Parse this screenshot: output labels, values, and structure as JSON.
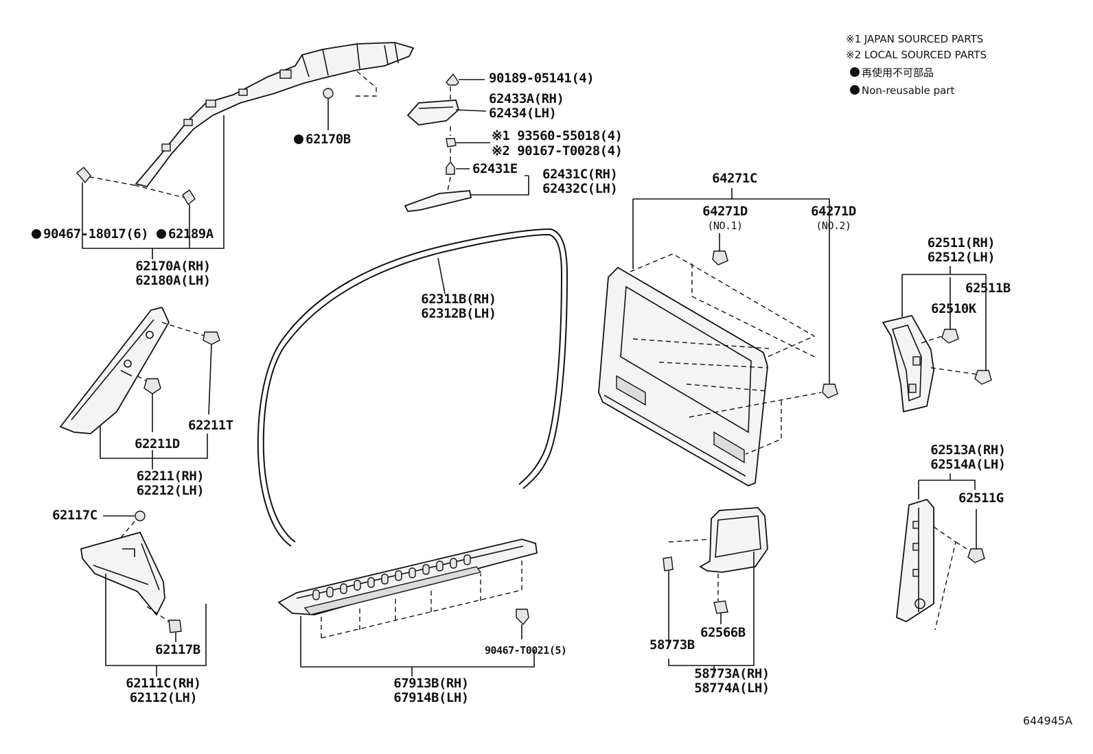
{
  "legend": {
    "japan_sourced": "※1 JAPAN SOURCED PARTS",
    "local_sourced": "※2 LOCAL SOURCED PARTS",
    "non_reusable_jp": "再使用不可部品",
    "non_reusable_en": "Non-reusable part"
  },
  "diagram_id": "644945A",
  "parts": {
    "p62170b": "62170B",
    "p90467_18017": "90467-18017(6)",
    "p62189a": "62189A",
    "p62170a": [
      "62170A(RH)",
      "62180A(LH)"
    ],
    "p62211t": "62211T",
    "p62211d": "62211D",
    "p62211": [
      "62211(RH)",
      "62212(LH)"
    ],
    "p62117c": "62117C",
    "p62117b": "62117B",
    "p62111c": [
      "62111C(RH)",
      "62112(LH)"
    ],
    "p90189": "90189-05141(4)",
    "p62433a": [
      "62433A(RH)",
      "62434(LH)"
    ],
    "p93560": "※1 93560-55018(4)",
    "p90167": "※2 90167-T0028(4)",
    "p62431e": "62431E",
    "p62431c": [
      "62431C(RH)",
      "62432C(LH)"
    ],
    "p62311b": [
      "62311B(RH)",
      "62312B(LH)"
    ],
    "p90467_t0021": "90467-T0021(5)",
    "p67913b": [
      "67913B(RH)",
      "67914B(LH)"
    ],
    "p64271c": "64271C",
    "p64271d_1": "64271D",
    "p64271d_1_sub": "(NO.1)",
    "p64271d_2": "64271D",
    "p64271d_2_sub": "(NO.2)",
    "p58773b": "58773B",
    "p62566b": "62566B",
    "p58773a": [
      "58773A(RH)",
      "58774A(LH)"
    ],
    "p62511": [
      "62511(RH)",
      "62512(LH)"
    ],
    "p62511b": "62511B",
    "p62510k": "62510K",
    "p62513a": [
      "62513A(RH)",
      "62514A(LH)"
    ],
    "p62511g": "62511G"
  }
}
